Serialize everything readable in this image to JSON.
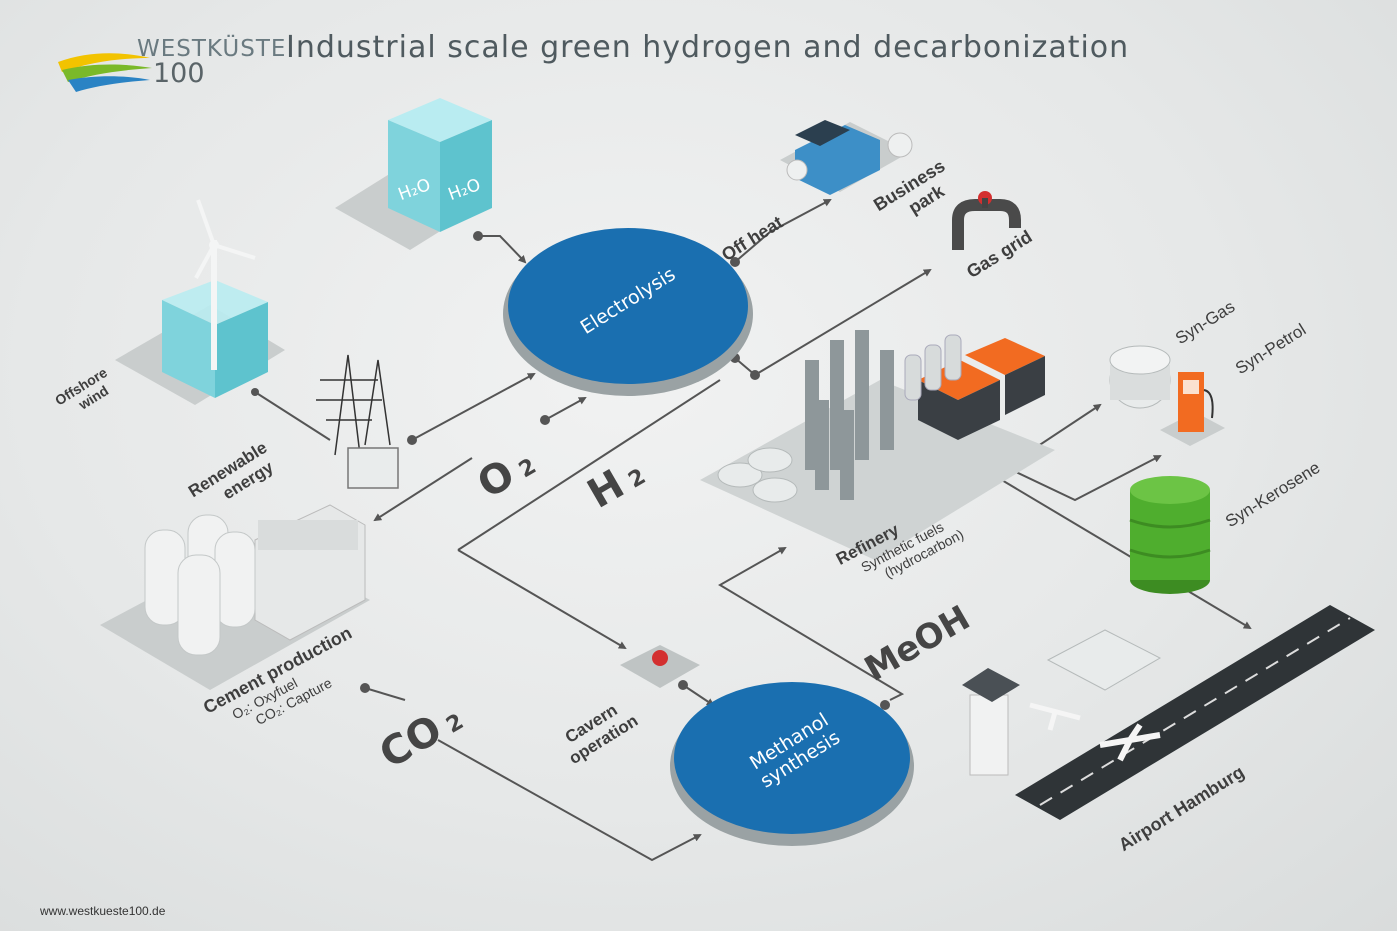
{
  "header": {
    "logo_top": "WESTKÜSTE",
    "logo_num": "100",
    "title": "Industrial scale green hydrogen and decarbonization"
  },
  "footer": {
    "url": "www.westkueste100.de"
  },
  "processes": {
    "electrolysis": "Electrolysis",
    "methanol_line1": "Methanol",
    "methanol_line2": "synthesis"
  },
  "water": {
    "left": "H₂O",
    "right": "H₂O"
  },
  "labels": {
    "offshore_1": "Offshore",
    "offshore_2": "wind",
    "renewable_1": "Renewable",
    "renewable_2": "energy",
    "off_heat": "Off heat",
    "business_1": "Business",
    "business_2": "park",
    "gas_grid": "Gas grid",
    "syn_gas": "Syn-Gas",
    "syn_petrol": "Syn-Petrol",
    "syn_kerosene": "Syn-Kerosene",
    "refinery": "Refinery",
    "refinery_sub1": "Synthetic fuels",
    "refinery_sub2": "(hydrocarbon)",
    "cement": "Cement production",
    "cement_sub1": "O₂: Oxyfuel",
    "cement_sub2": "CO₂: Capture",
    "cavern_1": "Cavern",
    "cavern_2": "operation",
    "airport": "Airport Hamburg"
  },
  "symbols": {
    "o2_main": "O",
    "o2_sub": "2",
    "h2_main": "H",
    "h2_sub": "2",
    "co2_main": "CO",
    "co2_sub": "2",
    "meoh": "MeOH"
  },
  "colors": {
    "process_blue": "#1a6fb0",
    "water_cyan": "#7fd3dc",
    "flow_line": "#555555",
    "barrel_green": "#4fae2e",
    "pump_orange": "#f26b21",
    "logo_green": "#7ab929",
    "logo_blue": "#2a83c4",
    "logo_yellow": "#f2c300"
  }
}
